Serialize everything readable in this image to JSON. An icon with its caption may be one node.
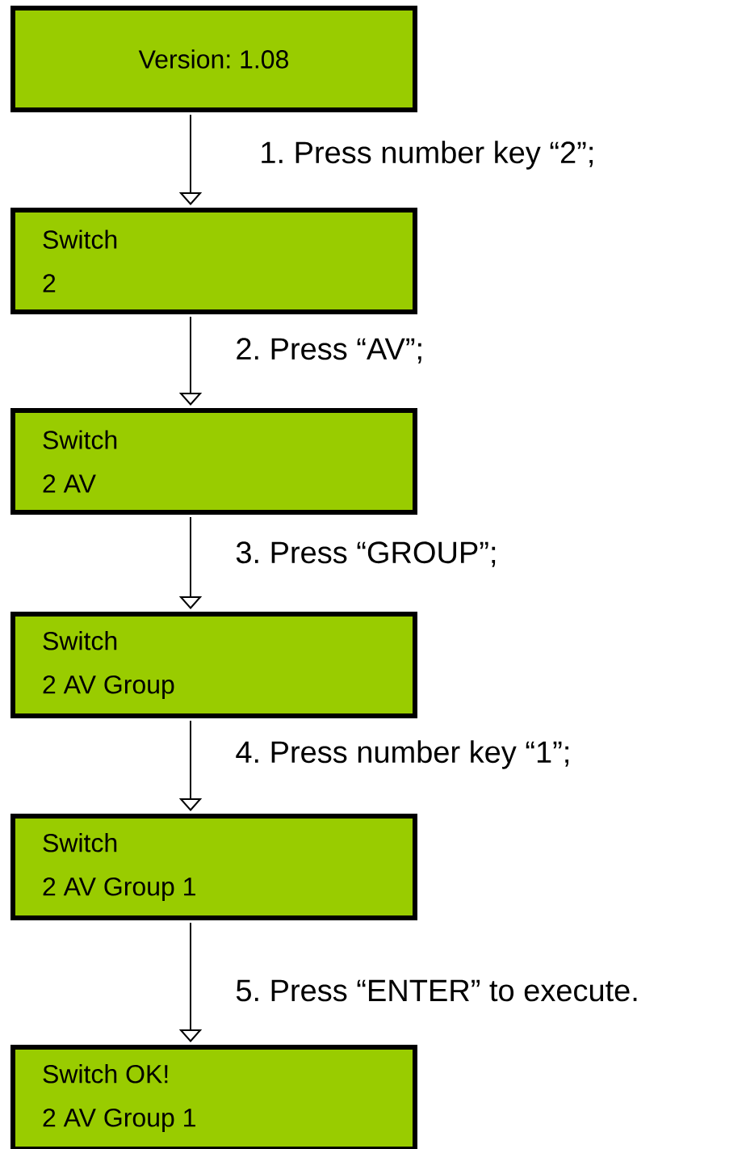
{
  "diagram": {
    "nodes": [
      {
        "text": [
          "Version: 1.08"
        ]
      },
      {
        "text": [
          "Switch",
          "2"
        ]
      },
      {
        "text": [
          "Switch",
          "2 AV"
        ]
      },
      {
        "text": [
          "Switch",
          "2 AV Group"
        ]
      },
      {
        "text": [
          "Switch",
          "2 AV Group 1"
        ]
      },
      {
        "text": [
          "Switch OK!",
          "2 AV Group 1"
        ]
      }
    ],
    "edges": [
      {
        "from": 0,
        "to": 1,
        "arrow": "to",
        "label": "1. Press number key “2”;"
      },
      {
        "from": 1,
        "to": 2,
        "arrow": "to",
        "label": "2. Press “AV”;"
      },
      {
        "from": 2,
        "to": 3,
        "arrow": "to",
        "label": "3. Press “GROUP”;"
      },
      {
        "from": 3,
        "to": 4,
        "arrow": "to",
        "label": "4. Press number key “1”;"
      },
      {
        "from": 4,
        "to": 5,
        "arrow": "to",
        "label": "5. Press “ENTER” to execute."
      }
    ]
  }
}
